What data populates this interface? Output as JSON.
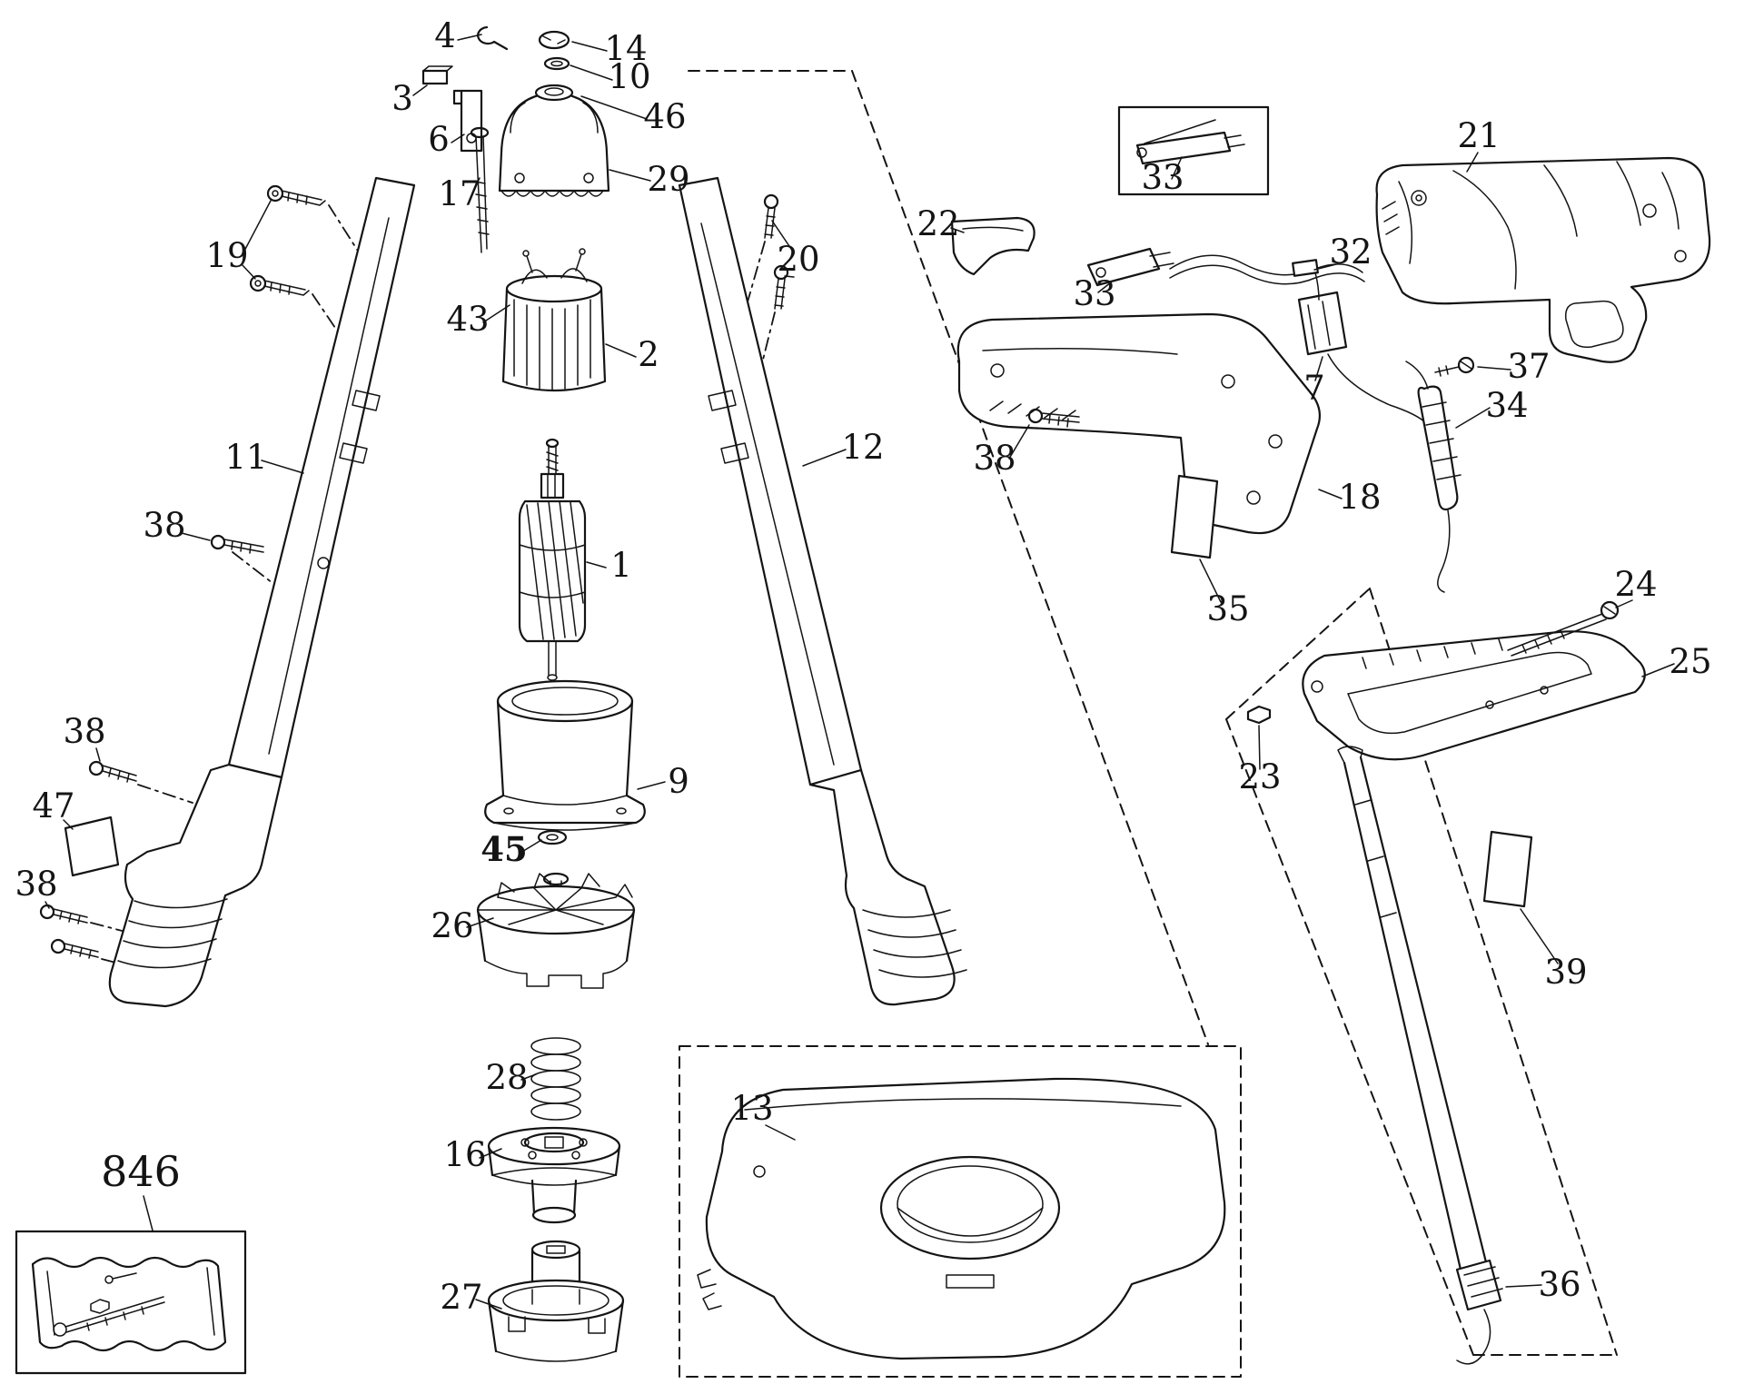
{
  "diagram": {
    "colors": {
      "ink": "#141414",
      "background": "#ffffff"
    },
    "callouts": [
      {
        "label": "4"
      },
      {
        "label": "14"
      },
      {
        "label": "10"
      },
      {
        "label": "46"
      },
      {
        "label": "3"
      },
      {
        "label": "6"
      },
      {
        "label": "29"
      },
      {
        "label": "17"
      },
      {
        "label": "19"
      },
      {
        "label": "43"
      },
      {
        "label": "2"
      },
      {
        "label": "20"
      },
      {
        "label": "22"
      },
      {
        "label": "33"
      },
      {
        "label": "21"
      },
      {
        "label": "33"
      },
      {
        "label": "32"
      },
      {
        "label": "7"
      },
      {
        "label": "37"
      },
      {
        "label": "34"
      },
      {
        "label": "11"
      },
      {
        "label": "12"
      },
      {
        "label": "38"
      },
      {
        "label": "38"
      },
      {
        "label": "18"
      },
      {
        "label": "1"
      },
      {
        "label": "35"
      },
      {
        "label": "24"
      },
      {
        "label": "25"
      },
      {
        "label": "23"
      },
      {
        "label": "9"
      },
      {
        "label": "38"
      },
      {
        "label": "47"
      },
      {
        "label": "45"
      },
      {
        "label": "38"
      },
      {
        "label": "26"
      },
      {
        "label": "39"
      },
      {
        "label": "28"
      },
      {
        "label": "13"
      },
      {
        "label": "16"
      },
      {
        "label": "846"
      },
      {
        "label": "27"
      },
      {
        "label": "36"
      }
    ]
  }
}
